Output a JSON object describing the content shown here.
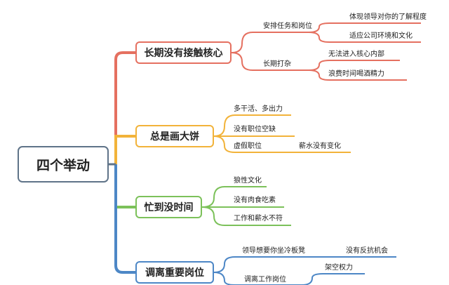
{
  "root": {
    "label": "四个举动"
  },
  "colors": {
    "red": "#e57060",
    "yellow": "#f2b33a",
    "green": "#7cc15a",
    "blue": "#4d87c6",
    "root_border": "#5f7388"
  },
  "branches": [
    {
      "label": "长期没有接触核心",
      "color": "#e57060",
      "children": [
        {
          "label": "安排任务和岗位",
          "children": [
            {
              "label": "体现领导对你的了解程度"
            },
            {
              "label": "适应公司环境和文化"
            }
          ]
        },
        {
          "label": "长期打杂",
          "children": [
            {
              "label": "无法进入核心内部"
            },
            {
              "label": "浪费时间喝酒精力"
            }
          ]
        }
      ]
    },
    {
      "label": "总是画大饼",
      "color": "#f2b33a",
      "children": [
        {
          "label": "多干活、多出力"
        },
        {
          "label": "没有职位空缺"
        },
        {
          "label": "虚假职位",
          "children": [
            {
              "label": "薪水没有变化"
            }
          ]
        }
      ]
    },
    {
      "label": "忙到没时间",
      "color": "#7cc15a",
      "children": [
        {
          "label": "狼性文化"
        },
        {
          "label": "没有肉食吃素"
        },
        {
          "label": "工作和薪水不符"
        }
      ]
    },
    {
      "label": "调离重要岗位",
      "color": "#4d87c6",
      "children": [
        {
          "label": "领导想要你坐冷板凳",
          "children": [
            {
              "label": "没有反抗机会"
            }
          ]
        },
        {
          "label": "调离工作岗位",
          "children": [
            {
              "label": "架空权力"
            }
          ]
        }
      ]
    }
  ]
}
